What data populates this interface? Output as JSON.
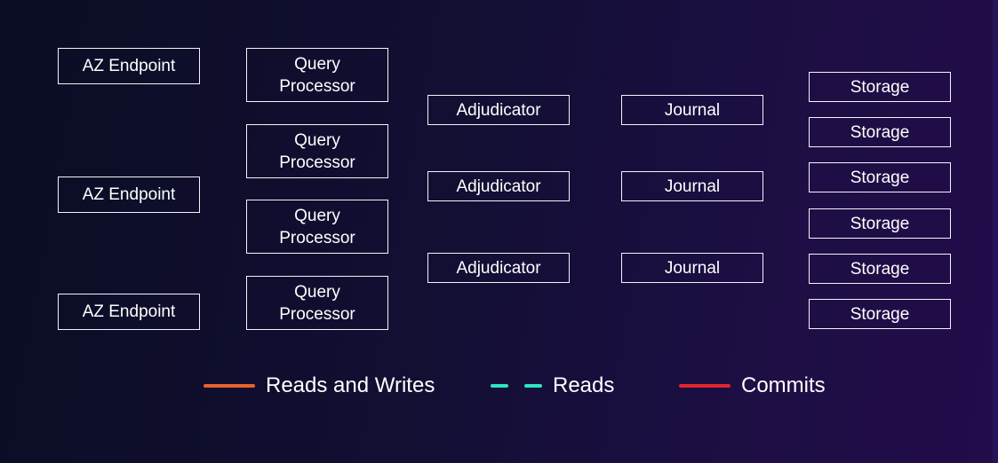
{
  "diagram": {
    "az_endpoints": [
      "AZ Endpoint",
      "AZ Endpoint",
      "AZ Endpoint"
    ],
    "query_processors": [
      {
        "line1": "Query",
        "line2": "Processor"
      },
      {
        "line1": "Query",
        "line2": "Processor"
      },
      {
        "line1": "Query",
        "line2": "Processor"
      },
      {
        "line1": "Query",
        "line2": "Processor"
      }
    ],
    "adjudicators": [
      "Adjudicator",
      "Adjudicator",
      "Adjudicator"
    ],
    "journals": [
      "Journal",
      "Journal",
      "Journal"
    ],
    "storage": [
      "Storage",
      "Storage",
      "Storage",
      "Storage",
      "Storage",
      "Storage"
    ]
  },
  "legend": {
    "items": [
      {
        "label": "Reads and Writes",
        "style": "solid",
        "color": "#e8612c"
      },
      {
        "label": "Reads",
        "style": "dashed",
        "color": "#2ee6c0"
      },
      {
        "label": "Commits",
        "style": "solid",
        "color": "#e0262e"
      }
    ]
  },
  "colors": {
    "background_start": "#0a0d24",
    "background_end": "#220c4a",
    "box_border": "#f4f4f8",
    "text": "#ffffff"
  }
}
